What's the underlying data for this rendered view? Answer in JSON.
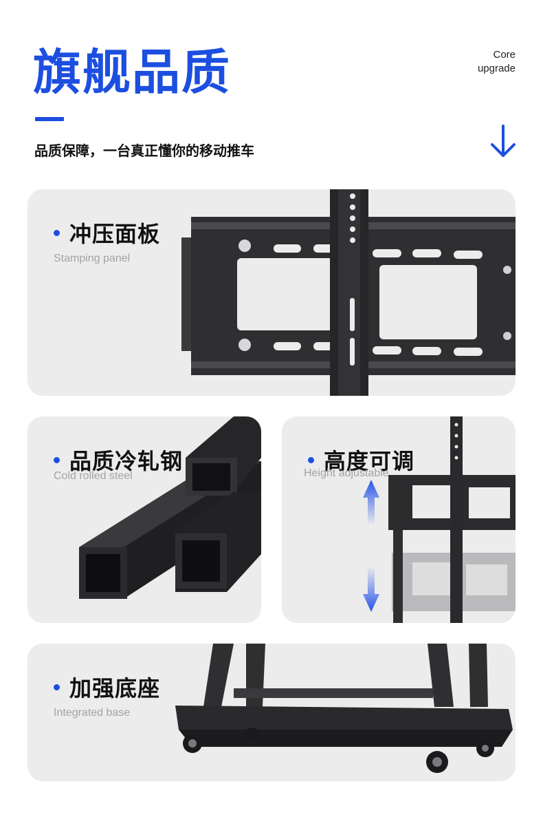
{
  "header": {
    "title": "旗舰品质",
    "core_line1": "Core",
    "core_line2": "upgrade",
    "subtitle": "品质保障，一台真正懂你的移动推车"
  },
  "colors": {
    "accent": "#1c4fe0",
    "card_bg": "#ececed",
    "metal": "#2c2c2e"
  },
  "icons": {
    "arrow": "arrow-down-icon"
  },
  "cards": [
    {
      "title": "冲压面板",
      "subtitle": "Stamping panel"
    },
    {
      "title": "品质冷轧钢",
      "subtitle": "Cold rolled steel"
    },
    {
      "title": "高度可调",
      "subtitle": "Height adjustable"
    },
    {
      "title": "加强底座",
      "subtitle": "Integrated base"
    }
  ]
}
